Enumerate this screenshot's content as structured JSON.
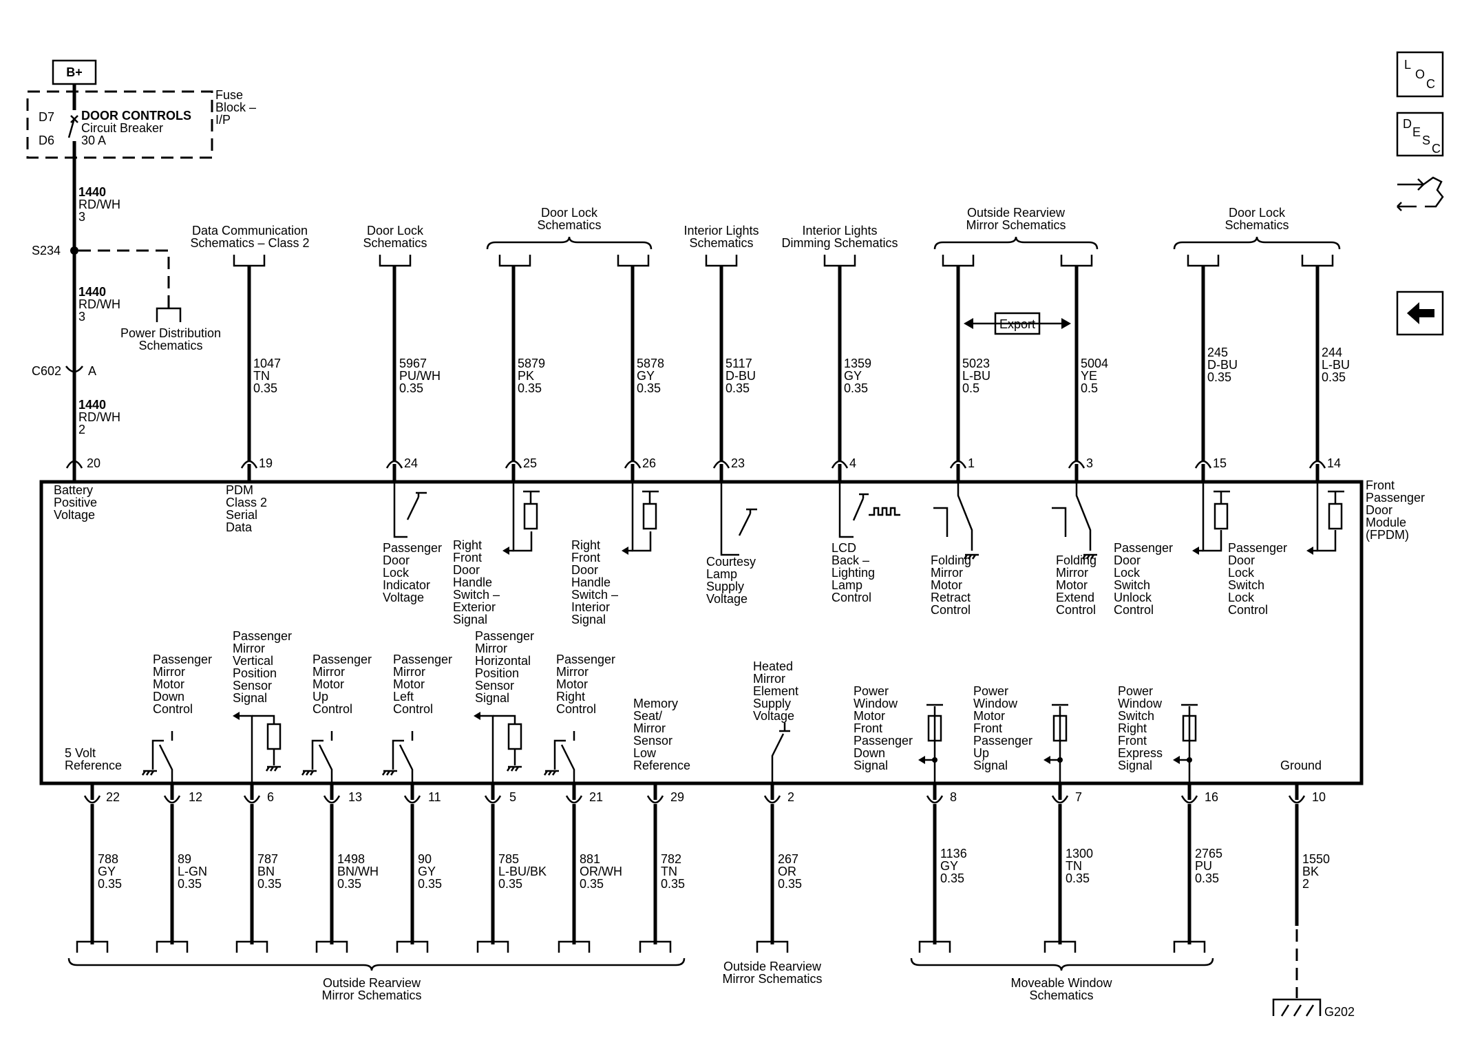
{
  "supply": {
    "battery": "B+",
    "fuse_location_1": "Fuse",
    "fuse_location_2": "Block –",
    "fuse_location_3": "I/P",
    "cavity_in": "D7",
    "cavity_out": "D6",
    "breaker_name": "DOOR CONTROLS",
    "breaker_type": "Circuit Breaker",
    "breaker_rating": "30 A",
    "splice": "S234",
    "connector": "C602",
    "connector_pin": "A",
    "wire1": [
      "1440",
      "RD/WH",
      "3"
    ],
    "wire2": [
      "1440",
      "RD/WH",
      "3"
    ],
    "wire3": [
      "1440",
      "RD/WH",
      "2"
    ],
    "power_ref_1": "Power Distribution",
    "power_ref_2": "Schematics"
  },
  "module": {
    "name": [
      "Front",
      "Passenger",
      "Door",
      "Module",
      "(FPDM)"
    ]
  },
  "top_references": [
    [
      "Data Communication",
      "Schematics – Class 2"
    ],
    [
      "Door Lock",
      "Schematics"
    ],
    [
      "Door Lock",
      "Schematics"
    ],
    [
      "Interior Lights",
      "Schematics"
    ],
    [
      "Interior Lights",
      "Dimming Schematics"
    ],
    [
      "Outside Rearview",
      "Mirror Schematics"
    ],
    [
      "Door Lock",
      "Schematics"
    ]
  ],
  "export_label": "Export",
  "top_pins": [
    {
      "pin": "20",
      "label": [
        "Battery",
        "Positive",
        "Voltage"
      ],
      "wire": []
    },
    {
      "pin": "19",
      "label": [
        "PDM",
        "Class 2",
        "Serial",
        "Data"
      ],
      "wire": [
        "1047",
        "TN",
        "0.35"
      ]
    },
    {
      "pin": "24",
      "label": [
        "Passenger",
        "Door",
        "Lock",
        "Indicator",
        "Voltage"
      ],
      "wire": [
        "5967",
        "PU/WH",
        "0.35"
      ]
    },
    {
      "pin": "25",
      "label": [
        "Right",
        "Front",
        "Door",
        "Handle",
        "Switch –",
        "Exterior",
        "Signal"
      ],
      "wire": [
        "5879",
        "PK",
        "0.35"
      ]
    },
    {
      "pin": "26",
      "label": [
        "Right",
        "Front",
        "Door",
        "Handle",
        "Switch –",
        "Interior",
        "Signal"
      ],
      "wire": [
        "5878",
        "GY",
        "0.35"
      ]
    },
    {
      "pin": "23",
      "label": [
        "Courtesy",
        "Lamp",
        "Supply",
        "Voltage"
      ],
      "wire": [
        "5117",
        "D-BU",
        "0.35"
      ]
    },
    {
      "pin": "4",
      "label": [
        "LCD",
        "Back –",
        "Lighting",
        "Lamp",
        "Control"
      ],
      "wire": [
        "1359",
        "GY",
        "0.35"
      ]
    },
    {
      "pin": "1",
      "label": [
        "Folding",
        "Mirror",
        "Motor",
        "Retract",
        "Control"
      ],
      "wire": [
        "5023",
        "L-BU",
        "0.5"
      ]
    },
    {
      "pin": "3",
      "label": [
        "Folding",
        "Mirror",
        "Motor",
        "Extend",
        "Control"
      ],
      "wire": [
        "5004",
        "YE",
        "0.5"
      ]
    },
    {
      "pin": "15",
      "label": [
        "Passenger",
        "Door",
        "Lock",
        "Switch",
        "Unlock",
        "Control"
      ],
      "wire": [
        "245",
        "D-BU",
        "0.35"
      ]
    },
    {
      "pin": "14",
      "label": [
        "Passenger",
        "Door",
        "Lock",
        "Switch",
        "Lock",
        "Control"
      ],
      "wire": [
        "244",
        "L-BU",
        "0.35"
      ]
    }
  ],
  "bottom_pins": [
    {
      "pin": "22",
      "label": [
        "5 Volt",
        "Reference"
      ],
      "wire": [
        "788",
        "GY",
        "0.35"
      ]
    },
    {
      "pin": "12",
      "label": [
        "Passenger",
        "Mirror",
        "Motor",
        "Down",
        "Control"
      ],
      "wire": [
        "89",
        "L-GN",
        "0.35"
      ]
    },
    {
      "pin": "6",
      "label": [
        "Passenger",
        "Mirror",
        "Vertical",
        "Position",
        "Sensor",
        "Signal"
      ],
      "wire": [
        "787",
        "BN",
        "0.35"
      ]
    },
    {
      "pin": "13",
      "label": [
        "Passenger",
        "Mirror",
        "Motor",
        "Up",
        "Control"
      ],
      "wire": [
        "1498",
        "BN/WH",
        "0.35"
      ]
    },
    {
      "pin": "11",
      "label": [
        "Passenger",
        "Mirror",
        "Motor",
        "Left",
        "Control"
      ],
      "wire": [
        "90",
        "GY",
        "0.35"
      ]
    },
    {
      "pin": "5",
      "label": [
        "Passenger",
        "Mirror",
        "Horizontal",
        "Position",
        "Sensor",
        "Signal"
      ],
      "wire": [
        "785",
        "L-BU/BK",
        "0.35"
      ]
    },
    {
      "pin": "21",
      "label": [
        "Passenger",
        "Mirror",
        "Motor",
        "Right",
        "Control"
      ],
      "wire": [
        "881",
        "OR/WH",
        "0.35"
      ]
    },
    {
      "pin": "29",
      "label": [
        "Memory",
        "Seat/",
        "Mirror",
        "Sensor",
        "Low",
        "Reference"
      ],
      "wire": [
        "782",
        "TN",
        "0.35"
      ]
    },
    {
      "pin": "2",
      "label": [
        "Heated",
        "Mirror",
        "Element",
        "Supply",
        "Voltage"
      ],
      "wire": [
        "267",
        "OR",
        "0.35"
      ]
    },
    {
      "pin": "8",
      "label": [
        "Power",
        "Window",
        "Motor",
        "Front",
        "Passenger",
        "Down",
        "Signal"
      ],
      "wire": [
        "1136",
        "GY",
        "0.35"
      ]
    },
    {
      "pin": "7",
      "label": [
        "Power",
        "Window",
        "Motor",
        "Front",
        "Passenger",
        "Up",
        "Signal"
      ],
      "wire": [
        "1300",
        "TN",
        "0.35"
      ]
    },
    {
      "pin": "16",
      "label": [
        "Power",
        "Window",
        "Switch",
        "Right",
        "Front",
        "Express",
        "Signal"
      ],
      "wire": [
        "2765",
        "PU",
        "0.35"
      ]
    },
    {
      "pin": "10",
      "label": [
        "Ground"
      ],
      "wire": [
        "1550",
        "BK",
        "2"
      ]
    }
  ],
  "bottom_references": [
    [
      "Outside Rearview",
      "Mirror Schematics"
    ],
    [
      "Outside Rearview",
      "Mirror Schematics"
    ],
    [
      "Moveable Window",
      "Schematics"
    ]
  ],
  "ground": "G202",
  "nav": {
    "loc": [
      "L",
      "O",
      "C"
    ],
    "desc": [
      "D",
      "E",
      "S",
      "C"
    ]
  }
}
